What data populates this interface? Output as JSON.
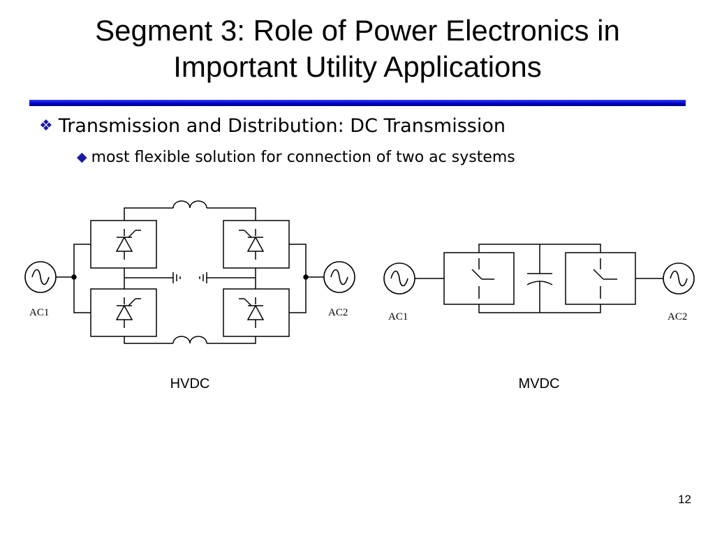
{
  "slide": {
    "title_line1": "Segment 3: Role of Power Electronics in",
    "title_line2": "Important Utility Applications",
    "bullet_level1": {
      "icon": "four-diamond-bullet-icon",
      "text": "Transmission and Distribution: DC Transmission"
    },
    "bullet_level2": {
      "icon": "diamond-bullet-icon",
      "text": "most flexible solution for connection of two ac systems"
    },
    "accent_color": "#1a1aa6",
    "rule_color": "#0000cc",
    "page_number": "12"
  },
  "hvdc": {
    "caption": "HVDC",
    "source_left": "AC1",
    "source_right": "AC2"
  },
  "mvdc": {
    "caption": "MVDC",
    "source_left": "AC1",
    "source_right": "AC2"
  }
}
